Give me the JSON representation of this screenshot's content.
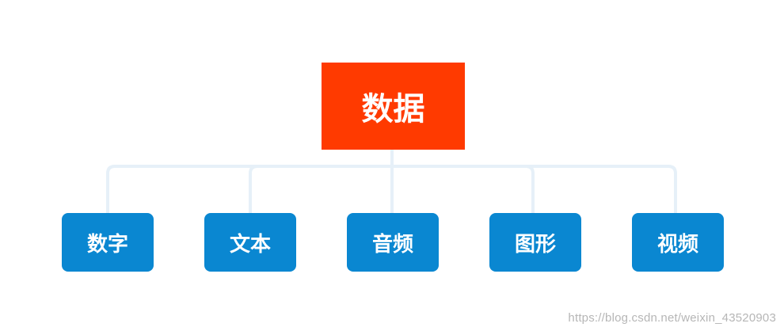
{
  "diagram": {
    "root": {
      "label": "数据",
      "color": "#ff3a00"
    },
    "children": [
      {
        "label": "数字",
        "color": "#0a87d1"
      },
      {
        "label": "文本",
        "color": "#0a87d1"
      },
      {
        "label": "音频",
        "color": "#0a87d1"
      },
      {
        "label": "图形",
        "color": "#0a87d1"
      },
      {
        "label": "视频",
        "color": "#0a87d1"
      }
    ],
    "connector_color": "#e6f0f8"
  },
  "watermark": {
    "text": "https://blog.csdn.net/weixin_43520903"
  }
}
